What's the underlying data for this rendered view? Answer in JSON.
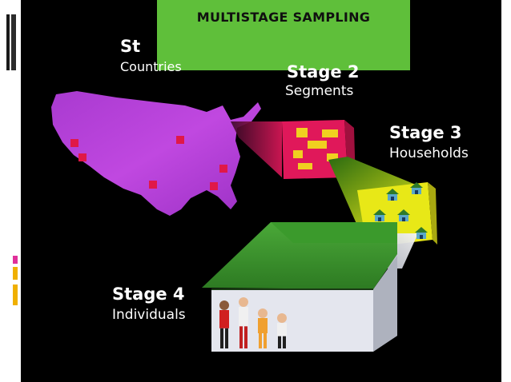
{
  "title": "MULTISTAGE SAMPLING",
  "stages": [
    {
      "title": "St",
      "subtitle": "Countries"
    },
    {
      "title": "Stage 2",
      "subtitle": "Segments"
    },
    {
      "title": "Stage 3",
      "subtitle": "Households"
    },
    {
      "title": "Stage 4",
      "subtitle": "Individuals"
    }
  ],
  "colors": {
    "title_bg": "#5fbf3a",
    "map_fill": "#b43cd6",
    "segment_fill": "#e0185a",
    "households_fill": "#e8e817",
    "roof_fill": "#3a8a2a",
    "background": "#000000"
  }
}
